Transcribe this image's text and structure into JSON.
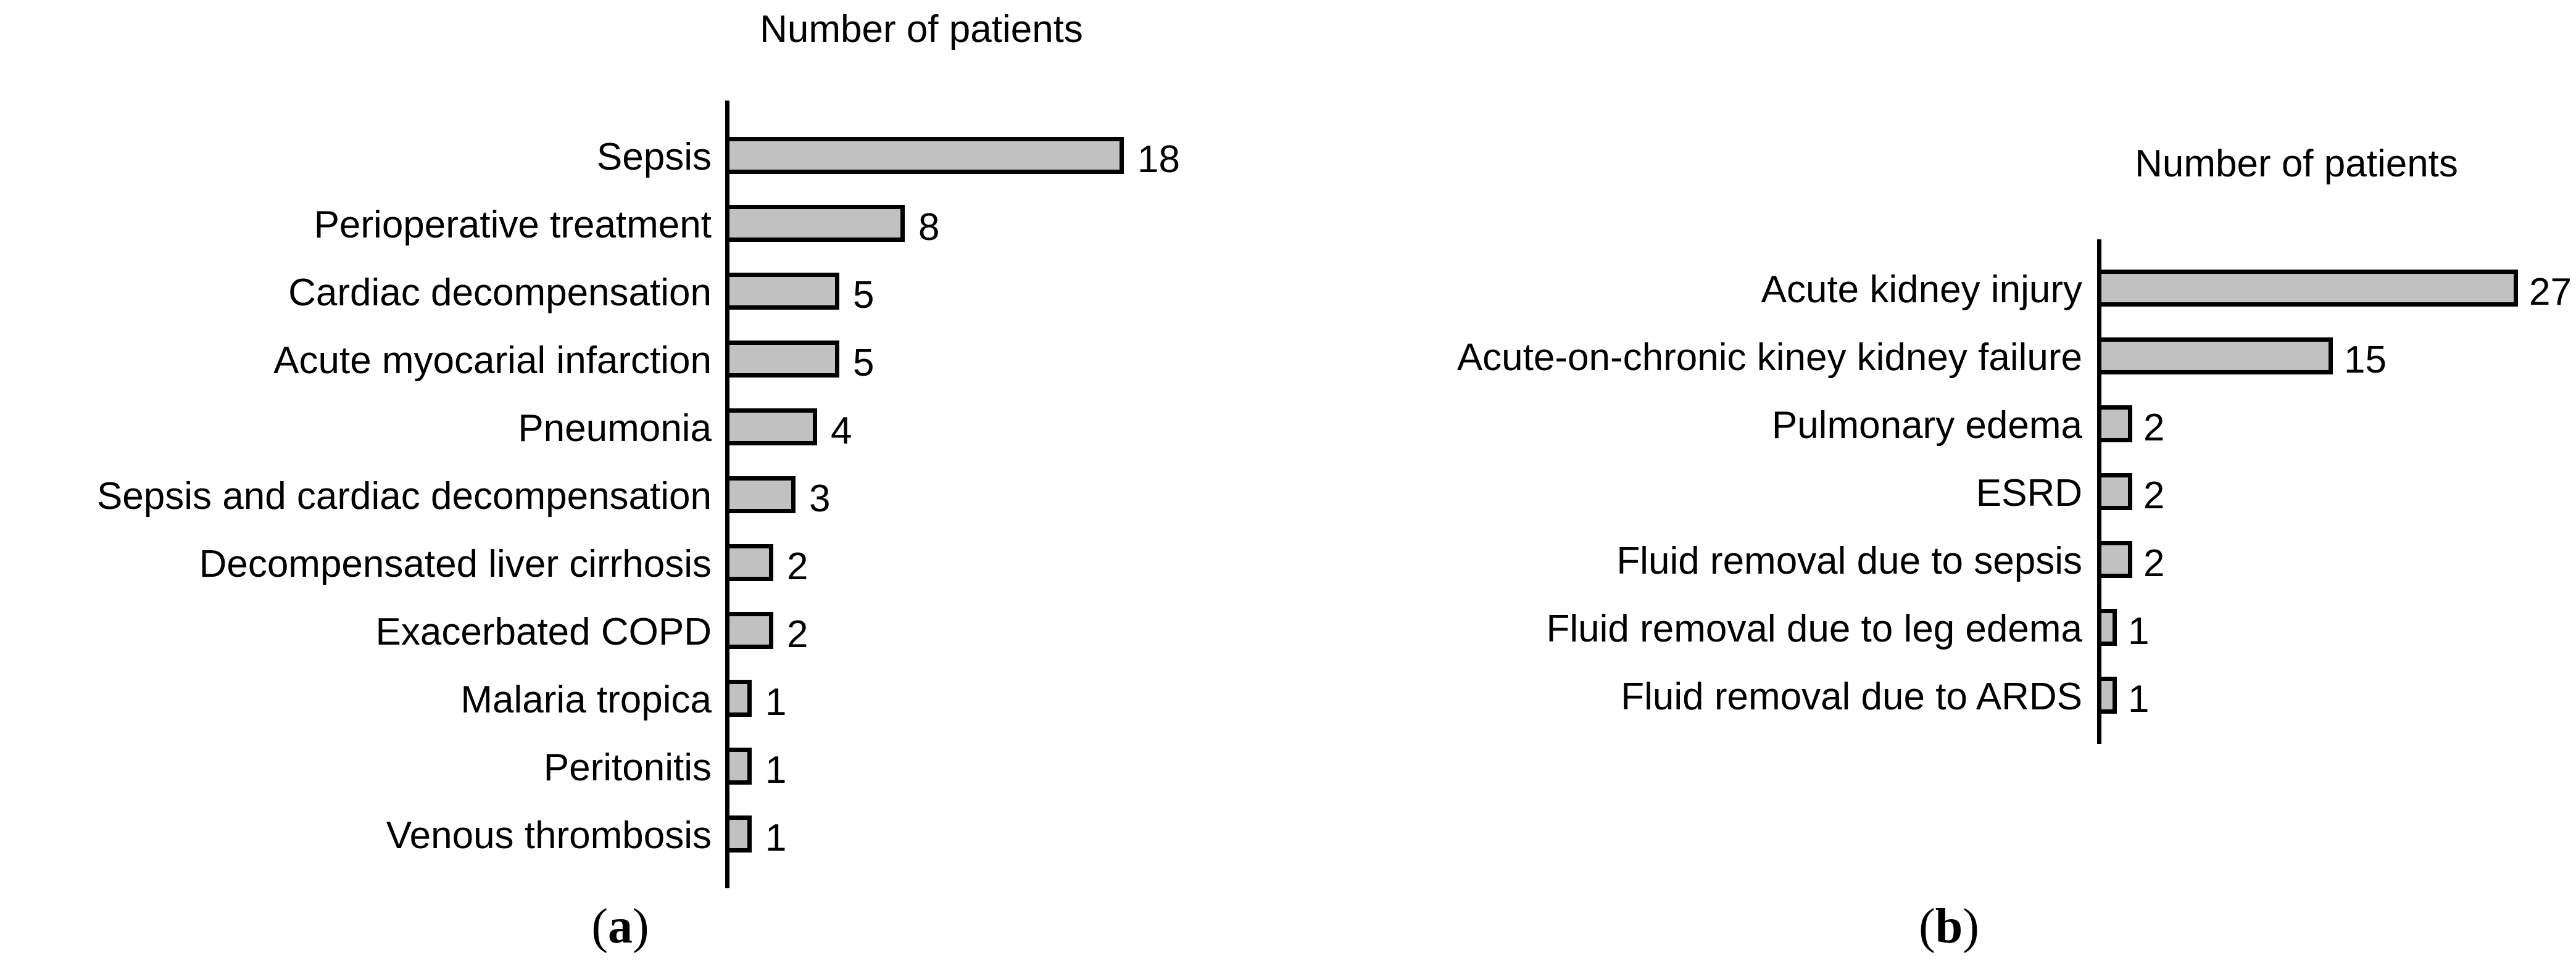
{
  "figure": {
    "background_color": "#ffffff",
    "text_color": "#000000",
    "bar_fill_color": "#c1c1c1",
    "bar_border_color": "#000000",
    "axis_color": "#000000"
  },
  "chart_data": [
    {
      "type": "bar",
      "orientation": "horizontal",
      "title": "Number of patients",
      "panel_label": {
        "open": "(",
        "letter": "a",
        "close": ")"
      },
      "legend": "none",
      "grid": "off",
      "xlim": [
        0,
        20
      ],
      "categories": [
        "Sepsis",
        "Perioperative treatment",
        "Cardiac decompensation",
        "Acute myocarial infarction",
        "Pneumonia",
        "Sepsis and cardiac decompensation",
        "Decompensated liver cirrhosis",
        "Exacerbated COPD",
        "Malaria tropica",
        "Peritonitis",
        "Venous thrombosis"
      ],
      "values": [
        18,
        8,
        5,
        5,
        4,
        3,
        2,
        2,
        1,
        1,
        1
      ]
    },
    {
      "type": "bar",
      "orientation": "horizontal",
      "title": "Number of patients",
      "panel_label": {
        "open": "(",
        "letter": "b",
        "close": ")"
      },
      "legend": "none",
      "grid": "off",
      "xlim": [
        0,
        30
      ],
      "categories": [
        "Acute kidney injury",
        "Acute-on-chronic kiney kidney failure",
        "Pulmonary edema",
        "ESRD",
        "Fluid removal due to sepsis",
        "Fluid removal due to leg edema",
        "Fluid removal due to ARDS"
      ],
      "values": [
        27,
        15,
        2,
        2,
        2,
        1,
        1
      ]
    }
  ]
}
